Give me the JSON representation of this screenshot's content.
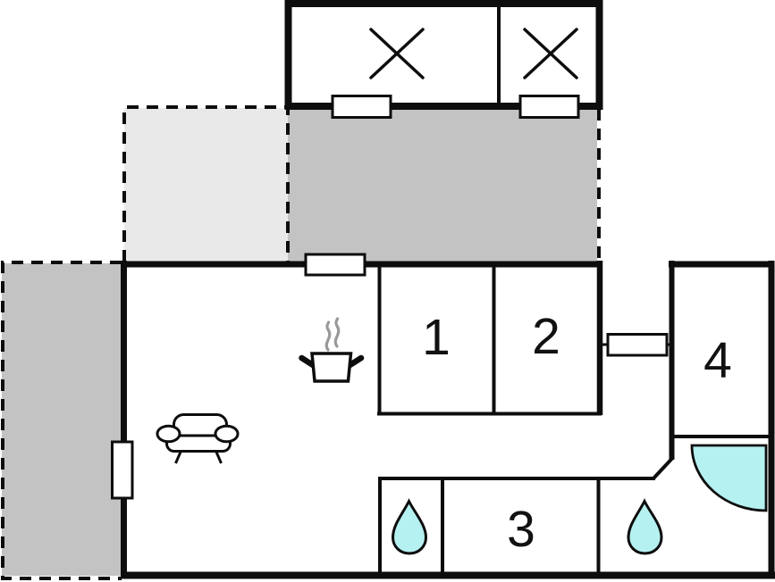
{
  "floorplan": {
    "type": "vacation-house-floor-plan",
    "colors": {
      "ink": "#0d0d0d",
      "terrace": "#c3c3c3",
      "covered_terrace": "#e9e9e9",
      "water": "#b6f1f1",
      "steam": "#999999",
      "background": "#ffffff",
      "opening_fill": "#ffffff"
    },
    "rooms": [
      {
        "id": "bedroom-1",
        "label": "1"
      },
      {
        "id": "bedroom-2",
        "label": "2"
      },
      {
        "id": "bedroom-3",
        "label": "3"
      },
      {
        "id": "bedroom-4",
        "label": "4"
      }
    ],
    "icons": [
      "x-mark-icon",
      "x-mark-icon",
      "stove-icon",
      "sofa-icon",
      "water-drop-icon",
      "water-drop-icon",
      "shower-icon",
      "window-opening",
      "door-opening"
    ]
  }
}
